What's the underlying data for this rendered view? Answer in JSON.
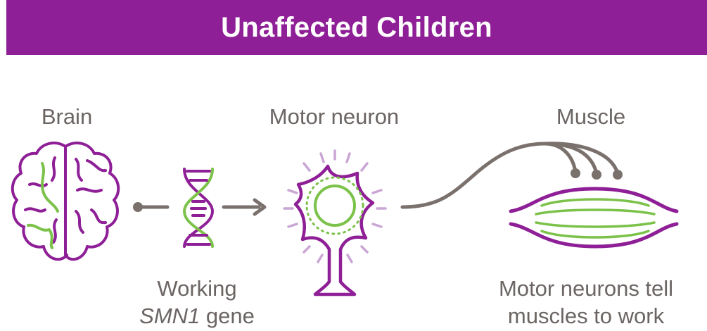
{
  "header": {
    "title": "Unaffected Children"
  },
  "labels": {
    "brain": "Brain",
    "motor_neuron": "Motor neuron",
    "muscle": "Muscle"
  },
  "captions": {
    "gene_line1": "Working",
    "gene_name": "SMN1",
    "gene_suffix": " gene",
    "muscle_line1": "Motor neurons tell",
    "muscle_line2": "muscles to work"
  },
  "colors": {
    "purple": "#8e1f96",
    "green": "#7cc24a",
    "gray": "#7a716c",
    "light_purple": "#c9a6d3"
  },
  "icons": [
    "brain-icon",
    "dna-helix-icon",
    "motor-neuron-icon",
    "muscle-icon"
  ]
}
